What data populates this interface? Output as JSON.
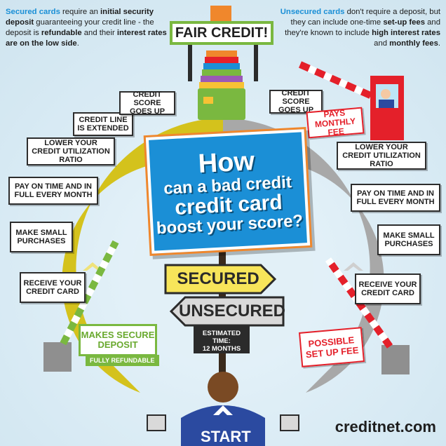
{
  "intro_left": {
    "lead": "Secured cards",
    "t1": " require an ",
    "b1": "initial security deposit",
    "t2": " guaranteeing your credit line - the deposit is ",
    "b2": "refundable",
    "t3": " and their ",
    "b3": "interest rates are on the low side",
    "t4": "."
  },
  "intro_right": {
    "lead": "Unsecured cards",
    "t1": " don't require a deposit, but they can include one-time ",
    "b1": "set-up fees",
    "t2": " and they're known to include ",
    "b2": "high interest rates",
    "t3": " and ",
    "b3": "monthly fees",
    "t4": "."
  },
  "goal": "FAIR CREDIT!",
  "title": {
    "l1": "How",
    "l2": "can a bad credit",
    "l3": "credit card",
    "l4": "boost your score?"
  },
  "left_steps": {
    "s1": "Receive your credit card",
    "s2": "Make small purchases",
    "s3": "Pay on time and in full every month",
    "s4": "Lower your credit utilization ratio",
    "s5": "Credit line is extended",
    "s6": "Credit score goes up"
  },
  "right_steps": {
    "s1": "Receive your credit card",
    "s2": "Make small purchases",
    "s3": "Pay on time and in full every month",
    "s4": "Lower your credit utilization ratio",
    "s5": "Credit score goes up"
  },
  "secured_deposit": {
    "main": "Makes secure deposit",
    "tag": "Fully refundable"
  },
  "unsecured_fees": {
    "setup": "Possible set up fee",
    "monthly": "Pays monthly fee"
  },
  "directions": {
    "secured": "Secured",
    "unsecured": "Unsecured"
  },
  "estimate": {
    "label": "Estimated time:",
    "value": "12 months"
  },
  "start": "START",
  "brand": "creditnet.com",
  "colors": {
    "blue": "#1b8fd6",
    "green": "#7ab840",
    "yellow": "#d4c21c",
    "gray": "#a3a3a3",
    "red": "#e4202a",
    "orange": "#f0872c"
  }
}
